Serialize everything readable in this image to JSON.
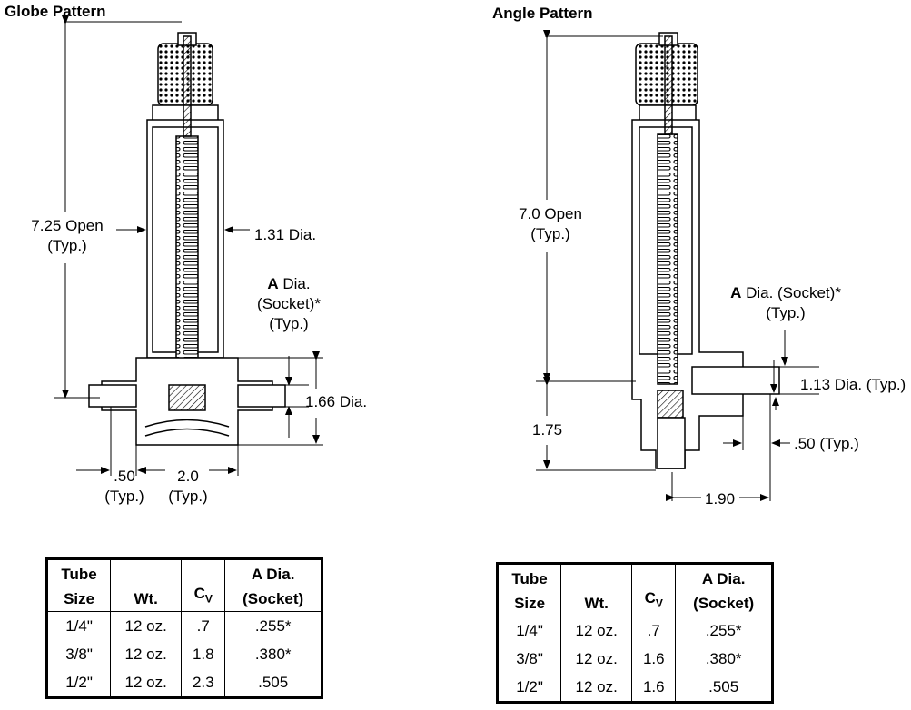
{
  "globe": {
    "title": "Globe Pattern",
    "dims": {
      "open_height_1": "7.25 Open",
      "open_height_2": "(Typ.)",
      "dia_131": "1.31 Dia.",
      "socket_a": "A",
      "socket_dia": " Dia.",
      "socket_2": "(Socket)*",
      "socket_3": "(Typ.)",
      "dia_166": "1.66 Dia.",
      "tube_50_1": ".50",
      "tube_50_2": "(Typ.)",
      "body_20_1": "2.0",
      "body_20_2": "(Typ.)"
    },
    "table": {
      "headers": {
        "tube_1": "Tube",
        "tube_2": "Size",
        "wt": "Wt.",
        "cv_c": "C",
        "cv_sub": "V",
        "adia_1": "A Dia.",
        "adia_2": "(Socket)"
      },
      "rows": [
        {
          "size": "1/4\"",
          "wt": "12 oz.",
          "cv": ".7",
          "adia": ".255*"
        },
        {
          "size": "3/8\"",
          "wt": "12 oz.",
          "cv": "1.8",
          "adia": ".380*"
        },
        {
          "size": "1/2\"",
          "wt": "12 oz.",
          "cv": "2.3",
          "adia": ".505"
        }
      ]
    }
  },
  "angle": {
    "title": "Angle Pattern",
    "dims": {
      "open_height_1": "7.0 Open",
      "open_height_2": "(Typ.)",
      "socket_a": "A",
      "socket_dia": " Dia. (Socket)*",
      "socket_2": "(Typ.)",
      "dia_113": "1.13 Dia. (Typ.)",
      "tube_50": ".50 (Typ.)",
      "h_175": "1.75",
      "w_190": "1.90"
    },
    "table": {
      "headers": {
        "tube_1": "Tube",
        "tube_2": "Size",
        "wt": "Wt.",
        "cv_c": "C",
        "cv_sub": "V",
        "adia_1": "A Dia.",
        "adia_2": "(Socket)"
      },
      "rows": [
        {
          "size": "1/4\"",
          "wt": "12 oz.",
          "cv": ".7",
          "adia": ".255*"
        },
        {
          "size": "3/8\"",
          "wt": "12 oz.",
          "cv": "1.6",
          "adia": ".380*"
        },
        {
          "size": "1/2\"",
          "wt": "12 oz.",
          "cv": "1.6",
          "adia": ".505"
        }
      ]
    }
  }
}
